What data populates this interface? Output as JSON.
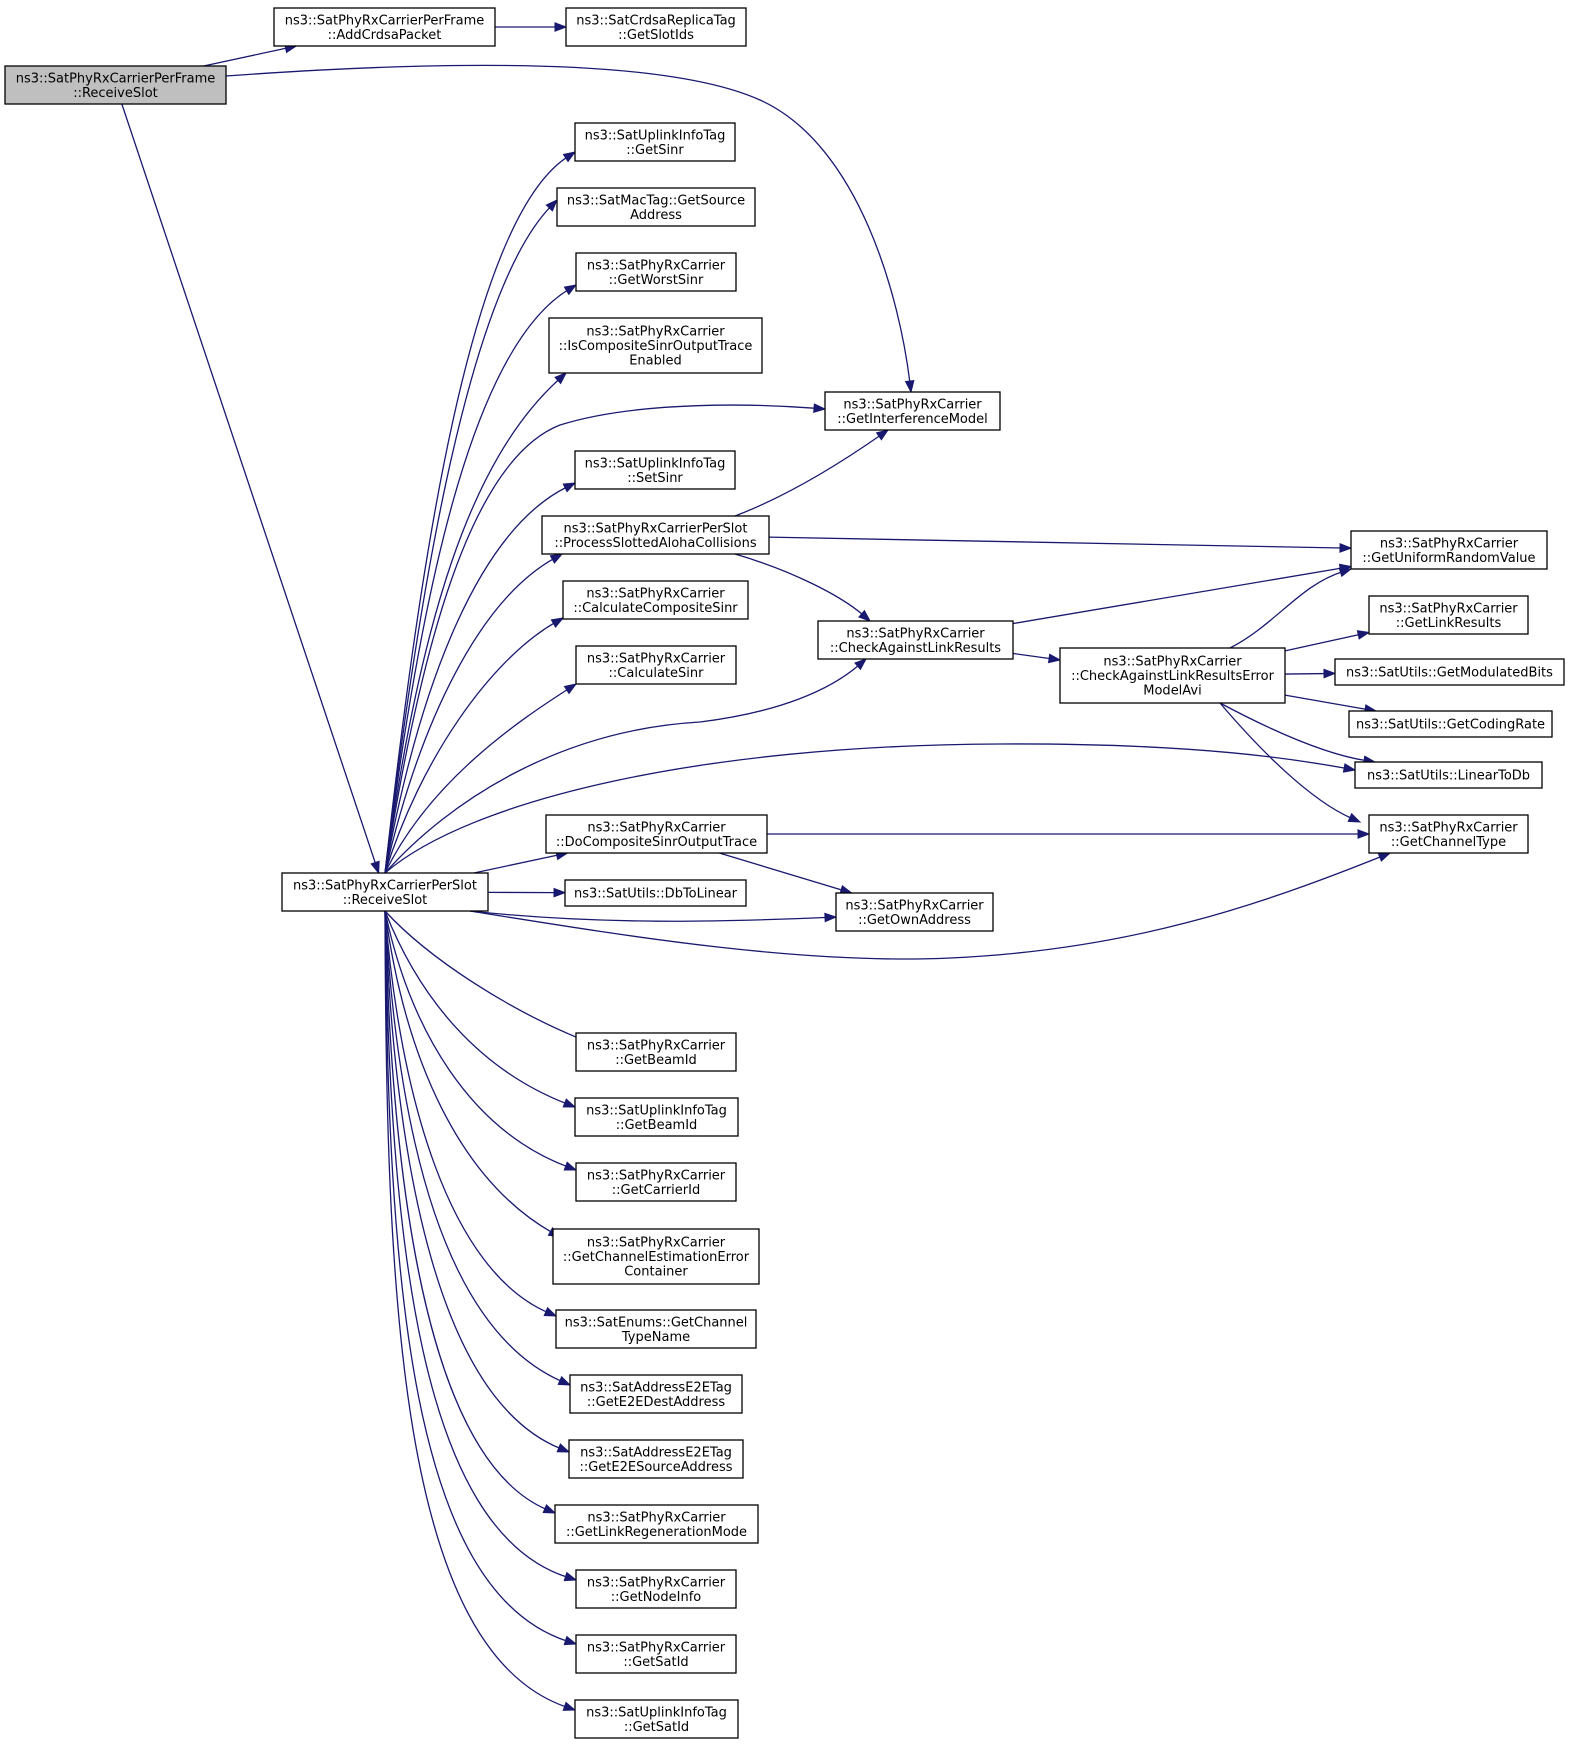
{
  "colors": {
    "edge": "#191970",
    "root_fill": "#bfbfbf",
    "node_fill": "#ffffff",
    "node_border": "#000000"
  },
  "nodes": {
    "receive_slot_frame": {
      "lines": [
        "ns3::SatPhyRxCarrierPerFrame",
        "::ReceiveSlot"
      ],
      "highlighted": true
    },
    "add_crdsa_packet": {
      "lines": [
        "ns3::SatPhyRxCarrierPerFrame",
        "::AddCrdsaPacket"
      ]
    },
    "get_slot_ids": {
      "lines": [
        "ns3::SatCrdsaReplicaTag",
        "::GetSlotIds"
      ]
    },
    "uplink_get_sinr": {
      "lines": [
        "ns3::SatUplinkInfoTag",
        "::GetSinr"
      ]
    },
    "mac_get_source_address": {
      "lines": [
        "ns3::SatMacTag::GetSource",
        "Address"
      ]
    },
    "get_worst_sinr": {
      "lines": [
        "ns3::SatPhyRxCarrier",
        "::GetWorstSinr"
      ]
    },
    "is_composite_sinr_trace_enabled": {
      "lines": [
        "ns3::SatPhyRxCarrier",
        "::IsCompositeSinrOutputTrace",
        "Enabled"
      ]
    },
    "get_interference_model": {
      "lines": [
        "ns3::SatPhyRxCarrier",
        "::GetInterferenceModel"
      ]
    },
    "uplink_set_sinr": {
      "lines": [
        "ns3::SatUplinkInfoTag",
        "::SetSinr"
      ]
    },
    "process_slotted_aloha": {
      "lines": [
        "ns3::SatPhyRxCarrierPerSlot",
        "::ProcessSlottedAlohaCollisions"
      ]
    },
    "get_uniform_random_value": {
      "lines": [
        "ns3::SatPhyRxCarrier",
        "::GetUniformRandomValue"
      ]
    },
    "calculate_composite_sinr": {
      "lines": [
        "ns3::SatPhyRxCarrier",
        "::CalculateCompositeSinr"
      ]
    },
    "check_against_link_results": {
      "lines": [
        "ns3::SatPhyRxCarrier",
        "::CheckAgainstLinkResults"
      ]
    },
    "get_link_results": {
      "lines": [
        "ns3::SatPhyRxCarrier",
        "::GetLinkResults"
      ]
    },
    "check_against_link_results_avi": {
      "lines": [
        "ns3::SatPhyRxCarrier",
        "::CheckAgainstLinkResultsError",
        "ModelAvi"
      ]
    },
    "get_modulated_bits": {
      "lines": [
        "ns3::SatUtils::GetModulatedBits"
      ]
    },
    "calculate_sinr": {
      "lines": [
        "ns3::SatPhyRxCarrier",
        "::CalculateSinr"
      ]
    },
    "get_coding_rate": {
      "lines": [
        "ns3::SatUtils::GetCodingRate"
      ]
    },
    "linear_to_db": {
      "lines": [
        "ns3::SatUtils::LinearToDb"
      ]
    },
    "do_composite_sinr_trace": {
      "lines": [
        "ns3::SatPhyRxCarrier",
        "::DoCompositeSinrOutputTrace"
      ]
    },
    "get_channel_type": {
      "lines": [
        "ns3::SatPhyRxCarrier",
        "::GetChannelType"
      ]
    },
    "receive_slot_slot": {
      "lines": [
        "ns3::SatPhyRxCarrierPerSlot",
        "::ReceiveSlot"
      ]
    },
    "db_to_linear": {
      "lines": [
        "ns3::SatUtils::DbToLinear"
      ]
    },
    "get_own_address": {
      "lines": [
        "ns3::SatPhyRxCarrier",
        "::GetOwnAddress"
      ]
    },
    "carrier_get_beam_id": {
      "lines": [
        "ns3::SatPhyRxCarrier",
        "::GetBeamId"
      ]
    },
    "uplink_get_beam_id": {
      "lines": [
        "ns3::SatUplinkInfoTag",
        "::GetBeamId"
      ]
    },
    "get_carrier_id": {
      "lines": [
        "ns3::SatPhyRxCarrier",
        "::GetCarrierId"
      ]
    },
    "get_channel_estimation_error_container": {
      "lines": [
        "ns3::SatPhyRxCarrier",
        "::GetChannelEstimationError",
        "Container"
      ]
    },
    "get_channel_type_name": {
      "lines": [
        "ns3::SatEnums::GetChannel",
        "TypeName"
      ]
    },
    "get_e2e_dest_address": {
      "lines": [
        "ns3::SatAddressE2ETag",
        "::GetE2EDestAddress"
      ]
    },
    "get_e2e_source_address": {
      "lines": [
        "ns3::SatAddressE2ETag",
        "::GetE2ESourceAddress"
      ]
    },
    "get_link_regeneration_mode": {
      "lines": [
        "ns3::SatPhyRxCarrier",
        "::GetLinkRegenerationMode"
      ]
    },
    "get_node_info": {
      "lines": [
        "ns3::SatPhyRxCarrier",
        "::GetNodeInfo"
      ]
    },
    "carrier_get_sat_id": {
      "lines": [
        "ns3::SatPhyRxCarrier",
        "::GetSatId"
      ]
    },
    "uplink_get_sat_id": {
      "lines": [
        "ns3::SatUplinkInfoTag",
        "::GetSatId"
      ]
    }
  },
  "edges": [
    [
      "receive_slot_frame",
      "add_crdsa_packet"
    ],
    [
      "add_crdsa_packet",
      "get_slot_ids"
    ],
    [
      "receive_slot_frame",
      "get_interference_model"
    ],
    [
      "receive_slot_frame",
      "receive_slot_slot"
    ],
    [
      "receive_slot_slot",
      "uplink_get_sinr"
    ],
    [
      "receive_slot_slot",
      "mac_get_source_address"
    ],
    [
      "receive_slot_slot",
      "get_worst_sinr"
    ],
    [
      "receive_slot_slot",
      "is_composite_sinr_trace_enabled"
    ],
    [
      "receive_slot_slot",
      "get_interference_model"
    ],
    [
      "receive_slot_slot",
      "uplink_set_sinr"
    ],
    [
      "receive_slot_slot",
      "process_slotted_aloha"
    ],
    [
      "receive_slot_slot",
      "calculate_composite_sinr"
    ],
    [
      "receive_slot_slot",
      "calculate_sinr"
    ],
    [
      "receive_slot_slot",
      "check_against_link_results"
    ],
    [
      "receive_slot_slot",
      "linear_to_db"
    ],
    [
      "receive_slot_slot",
      "do_composite_sinr_trace"
    ],
    [
      "receive_slot_slot",
      "db_to_linear"
    ],
    [
      "receive_slot_slot",
      "get_own_address"
    ],
    [
      "receive_slot_slot",
      "get_channel_type"
    ],
    [
      "receive_slot_slot",
      "carrier_get_beam_id"
    ],
    [
      "receive_slot_slot",
      "uplink_get_beam_id"
    ],
    [
      "receive_slot_slot",
      "get_carrier_id"
    ],
    [
      "receive_slot_slot",
      "get_channel_estimation_error_container"
    ],
    [
      "receive_slot_slot",
      "get_channel_type_name"
    ],
    [
      "receive_slot_slot",
      "get_e2e_dest_address"
    ],
    [
      "receive_slot_slot",
      "get_e2e_source_address"
    ],
    [
      "receive_slot_slot",
      "get_link_regeneration_mode"
    ],
    [
      "receive_slot_slot",
      "get_node_info"
    ],
    [
      "receive_slot_slot",
      "carrier_get_sat_id"
    ],
    [
      "receive_slot_slot",
      "uplink_get_sat_id"
    ],
    [
      "process_slotted_aloha",
      "get_interference_model"
    ],
    [
      "process_slotted_aloha",
      "get_uniform_random_value"
    ],
    [
      "process_slotted_aloha",
      "check_against_link_results"
    ],
    [
      "check_against_link_results",
      "get_uniform_random_value"
    ],
    [
      "check_against_link_results",
      "check_against_link_results_avi"
    ],
    [
      "check_against_link_results_avi",
      "get_uniform_random_value"
    ],
    [
      "check_against_link_results_avi",
      "get_link_results"
    ],
    [
      "check_against_link_results_avi",
      "get_modulated_bits"
    ],
    [
      "check_against_link_results_avi",
      "get_coding_rate"
    ],
    [
      "check_against_link_results_avi",
      "linear_to_db"
    ],
    [
      "check_against_link_results_avi",
      "get_channel_type"
    ],
    [
      "do_composite_sinr_trace",
      "get_channel_type"
    ],
    [
      "do_composite_sinr_trace",
      "get_own_address"
    ]
  ]
}
